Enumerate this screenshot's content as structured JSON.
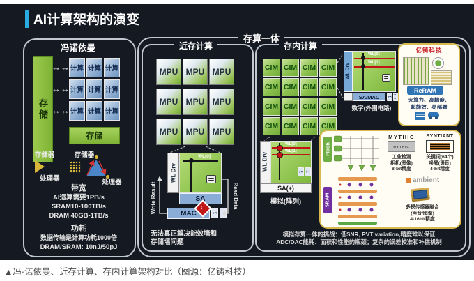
{
  "page": {
    "title": "AI计算架构的演变",
    "caption": "▲冯·诺依曼、近存计算、存内计算架构对比（图源：亿铸科技）"
  },
  "colors": {
    "accent_blue": "#29abe2",
    "memory_green": "#8fc43f",
    "compute_blue": "#7fa3cc",
    "sa_blue": "#89add6",
    "wl_red": "#cc1111",
    "brand_yellow": "#d8b94e",
    "reram_blue": "#2f74b5",
    "brand_red": "#c8262c",
    "flash_green": "#6fae44",
    "sram_purple": "#7030a0"
  },
  "icons": {
    "double_arrow": "↔↔",
    "updown_arrow": "↕",
    "calc_div": "÷×",
    "calc_plus": "+−"
  },
  "von_neumann": {
    "title": "冯诺依曼",
    "storage_vertical": "存储",
    "compute_cell": "计算",
    "storage_bottom": "存储",
    "memory_label_left": "存储器",
    "memory_label_right": "存储器",
    "processor_label_left": "处理器",
    "processor_label_right": "处理器",
    "bandwidth_title": "带宽",
    "bandwidth_lines": [
      "AI运算需要1PB/s",
      "SRAM10-100TB/s",
      "DRAM 40GB-1TB/s"
    ],
    "power_title": "功耗",
    "power_lines": [
      "数据传输是计算功耗1000倍",
      "DRAM/SRAM: 10nJ/50pJ"
    ]
  },
  "cim_outer": {
    "title": "存算一体"
  },
  "near_memory": {
    "title": "近存计算",
    "unit_cell": "MPU",
    "wl_drv": "WL Drv",
    "wl0": "WL[0]",
    "sa": "SA",
    "mac": "MAC",
    "write_result": "Write Result",
    "read_data": "Read Data",
    "note": [
      "无法真正解决能效墙和",
      "存储墙问题"
    ]
  },
  "in_memory": {
    "title": "存内计算",
    "unit_cell": "CIM",
    "digital": {
      "wl_drv": "WL Drv",
      "wl0": "WL[0]",
      "wl1": "WL[1]",
      "sa_mac": "SA/MAC",
      "caption": "数字(外围电路)"
    },
    "analog": {
      "wl_drv": "WL Drv",
      "wl0": "WL[0]",
      "wl1": "WL[1]",
      "sa": "SA(+)",
      "caption": "模拟(阵列)"
    },
    "yizhu": {
      "brand": "亿铸科技",
      "chip_label": "ReRAM",
      "features": [
        "大算力、高精度、",
        "超能效、易部署"
      ]
    },
    "vendors": {
      "flash_label": "Flash",
      "sram_label": "SRAM",
      "mythic": {
        "wordmark": "MYTHIC",
        "chip_text": "MYTHIC",
        "desc": [
          "工业检测",
          "相机(图像)",
          "8-bit精度"
        ]
      },
      "syntiant": {
        "wordmark": "SYNTIANT",
        "desc": [
          "关键词(64个)",
          "唤醒(语音)",
          "4-bit精度"
        ]
      },
      "ambient": {
        "wordmark": "ambient",
        "desc": [
          "多模传感器融合",
          "(声音/图像)",
          "4-16bit精度"
        ]
      }
    },
    "challenge": [
      "模拟存算一体的挑战：低SNR, PVT variation,精度难以保证",
      "ADC/DAC能耗、面积和性能的瓶颈；复杂的误差校准和补偿机制"
    ]
  }
}
